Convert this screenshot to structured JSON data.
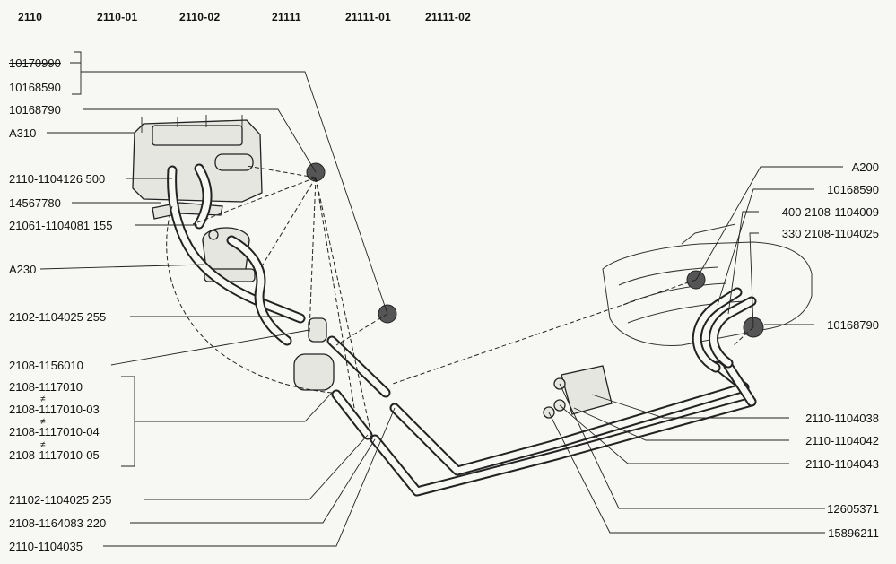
{
  "models": [
    "2110",
    "2110-01",
    "2110-02",
    "21111",
    "21111-01",
    "21111-02"
  ],
  "labels_left": [
    "10170990",
    "10168590",
    "10168790",
    "A310",
    "2110-1104126 500",
    "14567780",
    "21061-1104081 155",
    "A230",
    "2102-1104025 255",
    "2108-1156010",
    "2108-1117010",
    "2108-1117010-03",
    "2108-1117010-04",
    "2108-1117010-05",
    "21102-1104025 255",
    "2108-1164083 220",
    "2110-1104035"
  ],
  "labels_right": [
    "A200",
    "10168590",
    "400 2108-1104009",
    "330 2108-1104025",
    "10168790",
    "2110-1104038",
    "2110-1104042",
    "2110-1104043",
    "12605371",
    "15896211"
  ],
  "marks": [
    "≠",
    "≠",
    "≠"
  ]
}
